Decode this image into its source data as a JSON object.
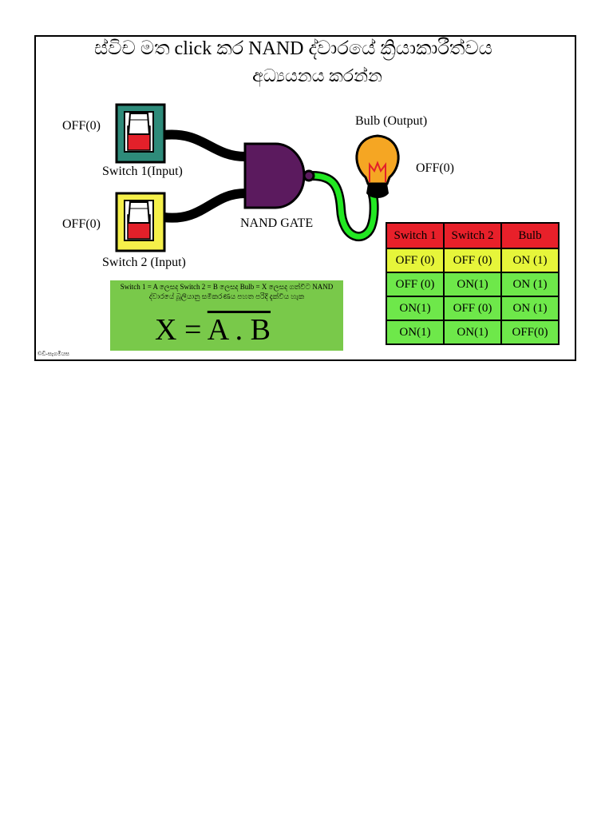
{
  "title": {
    "line1": "ස්විච මත click කර NAND ද්වාරයේ ක්‍රියාකාරීත්වය",
    "line2": "අධ්‍යයනය කරන්න"
  },
  "switch1": {
    "state": "OFF(0)",
    "label": "Switch 1(Input)",
    "frame_color": "#2e8b7a"
  },
  "switch2": {
    "state": "OFF(0)",
    "label": "Switch 2 (Input)",
    "frame_color": "#f5f04a"
  },
  "gate": {
    "label": "NAND GATE",
    "color": "#5b1a5e"
  },
  "bulb": {
    "label": "Bulb (Output)",
    "state": "OFF(0)"
  },
  "wire_output_color": "#22e822",
  "truth_table": {
    "headers": [
      "Switch 1",
      "Switch 2",
      "Bulb"
    ],
    "rows": [
      [
        "OFF (0)",
        "OFF (0)",
        "ON (1)"
      ],
      [
        "OFF (0)",
        "ON(1)",
        "ON (1)"
      ],
      [
        "ON(1)",
        "OFF (0)",
        "ON (1)"
      ],
      [
        "ON(1)",
        "ON(1)",
        "OFF(0)"
      ]
    ],
    "header_color": "#e8202a",
    "row1_color": "#e6f53a",
    "row_color": "#6ee84a"
  },
  "equation": {
    "description": "Switch 1 = A ලෙසද Switch 2 = B ලෙසද Bulb = X ලෙසද ගත්විට NAND ද්වාරයේ බූලියානු සමීකරණය පහත පරිදි දැක්විය හැක",
    "lhs": "X = ",
    "rhs": "A . B"
  },
  "copyright": "©ඩී-සැගමියස"
}
